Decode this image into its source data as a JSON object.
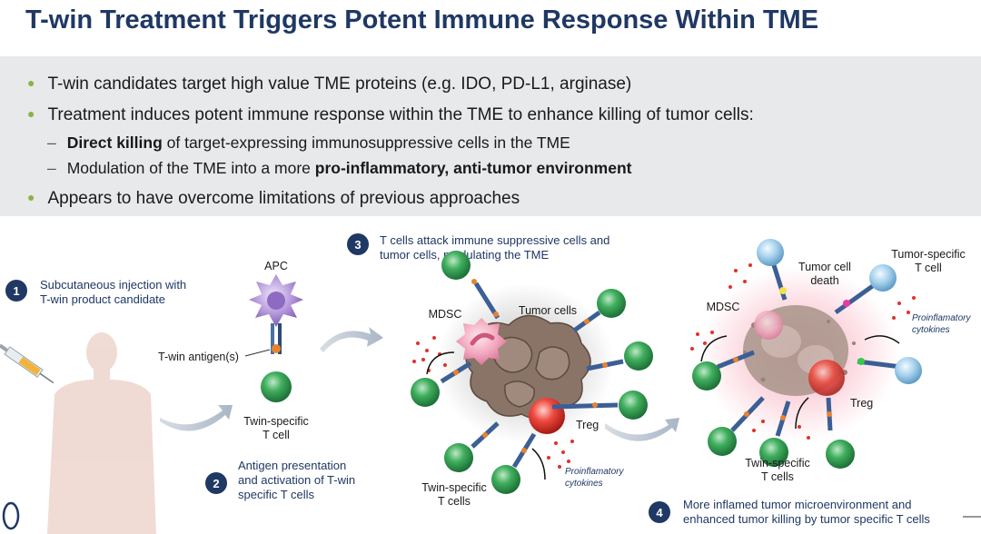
{
  "title": "T-win Treatment Triggers Potent Immune Response Within TME",
  "bullets": {
    "b1": "T-win candidates target high value TME proteins (e.g. IDO, PD-L1, arginase)",
    "b2": "Treatment induces potent immune response within the TME to enhance killing of tumor cells:",
    "b2a_bold": "Direct killing",
    "b2a_rest": " of target-expressing immunosuppressive cells in the TME",
    "b2b_pre": "Modulation of the TME into a more ",
    "b2b_bold": "pro-inflammatory, anti-tumor environment",
    "b3": "Appears to have overcome limitations of previous approaches"
  },
  "steps": {
    "s1": {
      "num": "1",
      "line1": "Subcutaneous injection with",
      "line2": "T-win product candidate"
    },
    "s2": {
      "num": "2",
      "line1": "Antigen presentation",
      "line2": "and activation of T-win",
      "line3": "specific T cells"
    },
    "s3": {
      "num": "3",
      "line1": "T cells attack immune suppressive cells and",
      "line2": "tumor cells, modulating the TME"
    },
    "s4": {
      "num": "4",
      "line1": "More inflamed tumor microenvironment and",
      "line2": "enhanced tumor killing by tumor specific T cells"
    }
  },
  "labels": {
    "apc": "APC",
    "antigen": "T-win antigen(s)",
    "twin_tcell_1": "Twin-specific",
    "twin_tcell_2": "T cell",
    "mdsc": "MDSC",
    "tumor_cells": "Tumor cells",
    "treg": "Treg",
    "proinf_1": "Proinflamatory",
    "proinf_2": "cytokines",
    "twin_tcells_1": "Twin-specific",
    "twin_tcells_2": "T cells",
    "tumor_death_1": "Tumor cell",
    "tumor_death_2": "death",
    "tumor_spec_1": "Tumor-specific",
    "tumor_spec_2": "T cell"
  },
  "colors": {
    "title": "#1f3864",
    "bullet_dot": "#8ab346",
    "step_circle": "#1f3864",
    "tcell_green": "#2e9a4e",
    "treg_red": "#e0312b",
    "apc_purple": "#a98bd0",
    "mdsc_pink": "#f2a9c0",
    "tumor_brown": "#8a7468",
    "tumor_specific_blue": "#8ec3e6"
  }
}
